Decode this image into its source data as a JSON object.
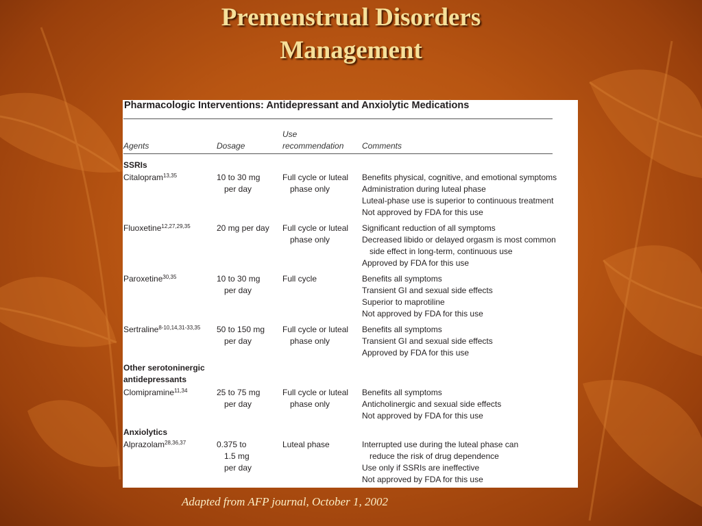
{
  "slide": {
    "title_line1": "Premenstrual Disorders",
    "title_line2": "Management",
    "caption": "Adapted from AFP journal, October 1, 2002"
  },
  "table": {
    "title": "Pharmacologic Interventions: Antidepressant and Anxiolytic Medications",
    "headers": {
      "agents": "Agents",
      "dosage": "Dosage",
      "use_line1": "Use",
      "use_line2": "recommendation",
      "comments": "Comments"
    },
    "sections": {
      "ssris": "SSRIs",
      "other_line1": "Other serotoninergic",
      "other_line2": "antidepressants",
      "anxiolytics": "Anxiolytics"
    },
    "rows": {
      "citalopram": {
        "agent": "Citalopram",
        "refs": "13,35",
        "dosage": [
          "10 to 30 mg",
          "per day"
        ],
        "use": [
          "Full cycle or luteal",
          "phase only"
        ],
        "comments": [
          "Benefits physical, cognitive, and emotional symptoms",
          "Administration during luteal phase",
          "Luteal-phase use is superior to continuous treatment",
          "Not approved by FDA for this use"
        ]
      },
      "fluoxetine": {
        "agent": "Fluoxetine",
        "refs": "12,27,29,35",
        "dosage": [
          "20 mg per day"
        ],
        "use": [
          "Full cycle or luteal",
          "phase only"
        ],
        "comments": [
          "Significant reduction of all symptoms",
          "Decreased libido or delayed orgasm is most common",
          "side effect in long-term, continuous use",
          "Approved by FDA for this use"
        ]
      },
      "paroxetine": {
        "agent": "Paroxetine",
        "refs": "30,35",
        "dosage": [
          "10 to 30 mg",
          "per day"
        ],
        "use": [
          "Full cycle"
        ],
        "comments": [
          "Benefits all symptoms",
          "Transient GI and sexual side effects",
          "Superior to maprotiline",
          "Not approved by FDA for this use"
        ]
      },
      "sertraline": {
        "agent": "Sertraline",
        "refs": "8-10,14,31-33,35",
        "dosage": [
          "50 to 150 mg",
          "per day"
        ],
        "use": [
          "Full cycle or luteal",
          "phase only"
        ],
        "comments": [
          "Benefits all symptoms",
          "Transient GI and sexual side effects",
          "Approved by FDA for this use"
        ]
      },
      "clomipramine": {
        "agent": "Clomipramine",
        "refs": "11,34",
        "dosage": [
          "25 to 75 mg",
          "per day"
        ],
        "use": [
          "Full cycle or luteal",
          "phase only"
        ],
        "comments": [
          "Benefits all symptoms",
          "Anticholinergic and sexual side effects",
          "Not approved by FDA for this use"
        ]
      },
      "alprazolam": {
        "agent": "Alprazolam",
        "refs": "28,36,37",
        "dosage": [
          "0.375 to",
          "1.5 mg",
          "per day"
        ],
        "use": [
          "Luteal phase"
        ],
        "comments": [
          "Interrupted use during the luteal phase can",
          "reduce the risk of drug dependence",
          "Use only if SSRIs are ineffective",
          "Not approved by FDA for this use"
        ]
      }
    }
  }
}
